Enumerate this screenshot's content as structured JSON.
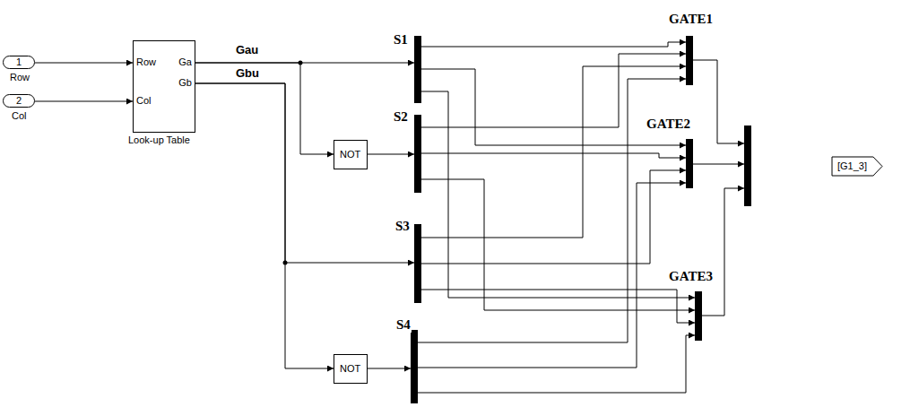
{
  "diagram": {
    "nodes": [
      {
        "text": [
          "1",
          "Row"
        ]
      },
      {
        "text": [
          "2",
          "Col"
        ]
      },
      {
        "text": [
          "Row",
          "Col",
          "Ga",
          "Gb",
          "Look-up Table"
        ]
      },
      {
        "text": [
          "S1"
        ]
      },
      {
        "text": [
          "NOT"
        ]
      },
      {
        "text": [
          "S2"
        ]
      },
      {
        "text": [
          "S3"
        ]
      },
      {
        "text": [
          "S4"
        ]
      },
      {
        "text": [
          "NOT"
        ]
      },
      {
        "text": [
          "GATE1"
        ]
      },
      {
        "text": [
          "GATE2"
        ]
      },
      {
        "text": [
          "GATE3"
        ]
      },
      {
        "text": [
          "[G1_3]"
        ]
      }
    ],
    "edges": [
      {
        "from": 0,
        "to": 2,
        "arrow": "to"
      },
      {
        "from": 1,
        "to": 2,
        "arrow": "to"
      },
      {
        "from": 2,
        "to": 3,
        "label": "Gau",
        "arrow": "to"
      },
      {
        "from": 2,
        "to": 4,
        "arrow": "to"
      },
      {
        "from": 2,
        "to": 6,
        "label": "Gbu",
        "arrow": "to"
      },
      {
        "from": 2,
        "to": 8,
        "arrow": "to"
      },
      {
        "from": 4,
        "to": 5,
        "arrow": "to"
      },
      {
        "from": 8,
        "to": 7,
        "arrow": "to"
      },
      {
        "from": 3,
        "to": 9,
        "arrow": "to"
      },
      {
        "from": 3,
        "to": 10,
        "arrow": "to"
      },
      {
        "from": 3,
        "to": 11,
        "arrow": "to"
      },
      {
        "from": 5,
        "to": 9,
        "arrow": "to"
      },
      {
        "from": 5,
        "to": 10,
        "arrow": "to"
      },
      {
        "from": 5,
        "to": 11,
        "arrow": "to"
      },
      {
        "from": 6,
        "to": 9,
        "arrow": "to"
      },
      {
        "from": 6,
        "to": 10,
        "arrow": "to"
      },
      {
        "from": 6,
        "to": 11,
        "arrow": "to"
      },
      {
        "from": 7,
        "to": 9,
        "arrow": "to"
      },
      {
        "from": 7,
        "to": 10,
        "arrow": "to"
      },
      {
        "from": 7,
        "to": 11,
        "arrow": "to"
      }
    ]
  }
}
